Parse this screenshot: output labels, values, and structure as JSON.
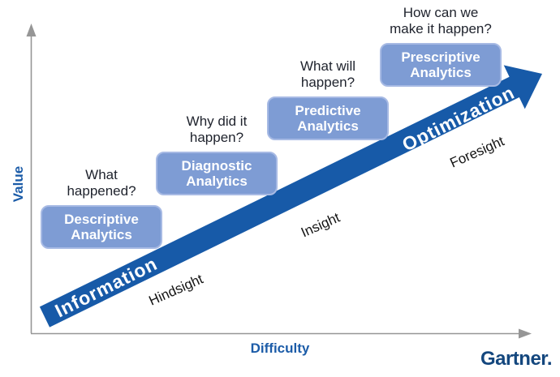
{
  "colors": {
    "box_fill": "#7E9CD4",
    "box_border": "#A7BAE4",
    "arrow_blue": "#175AA8",
    "axis_label_blue": "#1C5CA8",
    "axis_gray": "#969696",
    "logo_blue": "#14477E"
  },
  "axes": {
    "y_label": "Value",
    "x_label": "Difficulty"
  },
  "arrow": {
    "tail_label": "Information",
    "head_label": "Optimization"
  },
  "stages": [
    {
      "question": "What\nhappened?",
      "label": "Descriptive\nAnalytics"
    },
    {
      "question": "Why did it\nhappen?",
      "label": "Diagnostic\nAnalytics"
    },
    {
      "question": "What will\nhappen?",
      "label": "Predictive\nAnalytics"
    },
    {
      "question": "How can we\nmake it happen?",
      "label": "Prescriptive\nAnalytics"
    }
  ],
  "eras": [
    "Hindsight",
    "Insight",
    "Foresight"
  ],
  "branding": {
    "logo_text": "Gartner."
  }
}
